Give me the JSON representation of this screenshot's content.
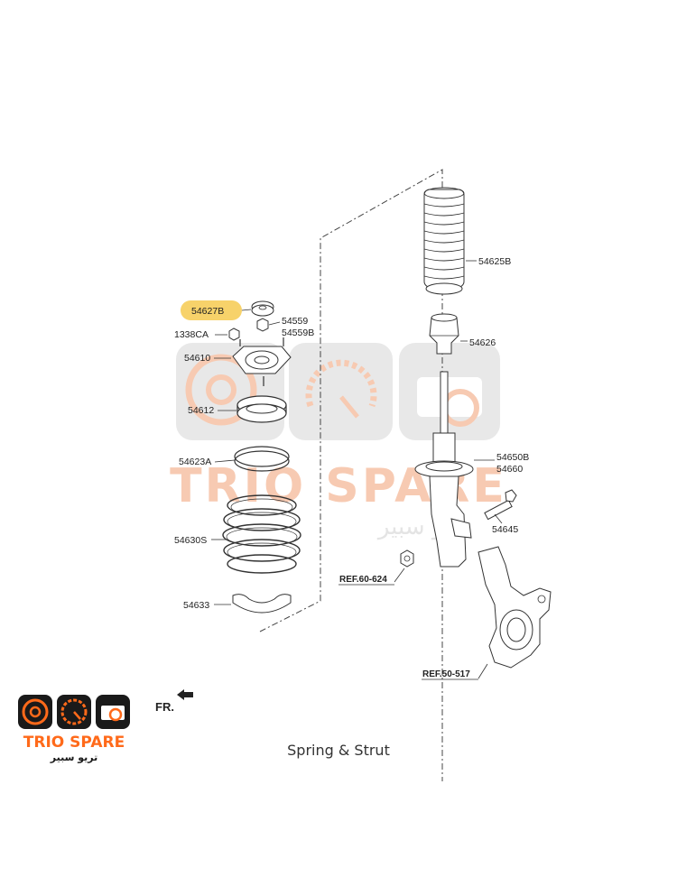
{
  "caption": "Spring & Strut",
  "highlight_color": "#f7d26a",
  "watermark": {
    "brand": "TRIO SPARE",
    "arabic": "تريو سبير",
    "color": "#f2a074"
  },
  "logo": {
    "brand": "TRIO SPARE",
    "arabic": "تريو سبير",
    "accent_color": "#ff6a1a",
    "icons": [
      "speaker-icon",
      "speedometer-icon",
      "engine-icon"
    ]
  },
  "direction": {
    "label": "FR.",
    "icon": "arrow-up-left-icon"
  },
  "parts": {
    "p54627B": "54627B",
    "p54559": "54559",
    "p54559B": "54559B",
    "p1338CA": "1338CA",
    "p54610": "54610",
    "p54612": "54612",
    "p54623A": "54623A",
    "p54630S": "54630S",
    "p54633": "54633",
    "p54625B": "54625B",
    "p54626": "54626",
    "p54650B": "54650B",
    "p54660": "54660",
    "p54645": "54645"
  },
  "refs": {
    "ref1": "REF.60-624",
    "ref2": "REF.50-517"
  }
}
